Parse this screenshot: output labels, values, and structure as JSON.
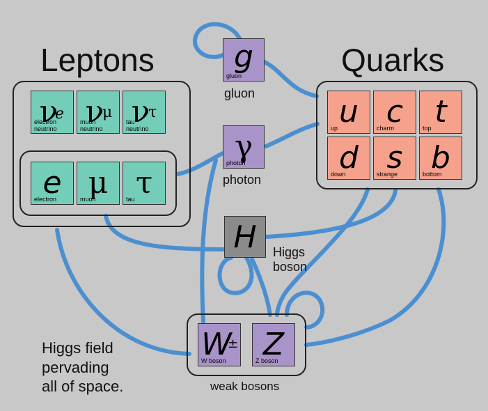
{
  "groups": {
    "leptons_title": "Leptons",
    "quarks_title": "Quarks"
  },
  "leptons": {
    "neutrinos": [
      {
        "symbol": "ν",
        "sub": "e",
        "caption_1": "electron",
        "caption_2": "neutrino"
      },
      {
        "symbol": "ν",
        "sub": "μ",
        "caption_1": "muon",
        "caption_2": "neutrino"
      },
      {
        "symbol": "ν",
        "sub": "τ",
        "caption_1": "tau",
        "caption_2": "neutrino"
      }
    ],
    "charged": [
      {
        "symbol": "e",
        "caption": "electron"
      },
      {
        "symbol": "μ",
        "caption": "muon"
      },
      {
        "symbol": "τ",
        "caption": "tau"
      }
    ]
  },
  "quarks": [
    {
      "symbol": "u",
      "caption": "up"
    },
    {
      "symbol": "c",
      "caption": "charm"
    },
    {
      "symbol": "t",
      "caption": "top"
    },
    {
      "symbol": "d",
      "caption": "down"
    },
    {
      "symbol": "s",
      "caption": "strange"
    },
    {
      "symbol": "b",
      "caption": "bottom"
    }
  ],
  "gluon": {
    "symbol": "g",
    "caption": "gluon",
    "label": "gluon"
  },
  "photon": {
    "symbol": "γ",
    "caption": "photon",
    "label": "photon"
  },
  "higgs": {
    "symbol": "H",
    "label_1": "Higgs",
    "label_2": "boson"
  },
  "weak": {
    "w": {
      "symbol": "W",
      "charge": "±",
      "caption": "W boson"
    },
    "z": {
      "symbol": "Z",
      "caption": "Z boson"
    },
    "label": "weak bosons"
  },
  "note": {
    "line_1": "Higgs field",
    "line_2": "pervading",
    "line_3": "all of space."
  },
  "colors": {
    "background": "#c8c8c8",
    "lepton": "#74cdb8",
    "quark": "#f5a18c",
    "boson": "#a994c9",
    "higgs": "#8b8b8b",
    "link": "#4b8fd0"
  }
}
